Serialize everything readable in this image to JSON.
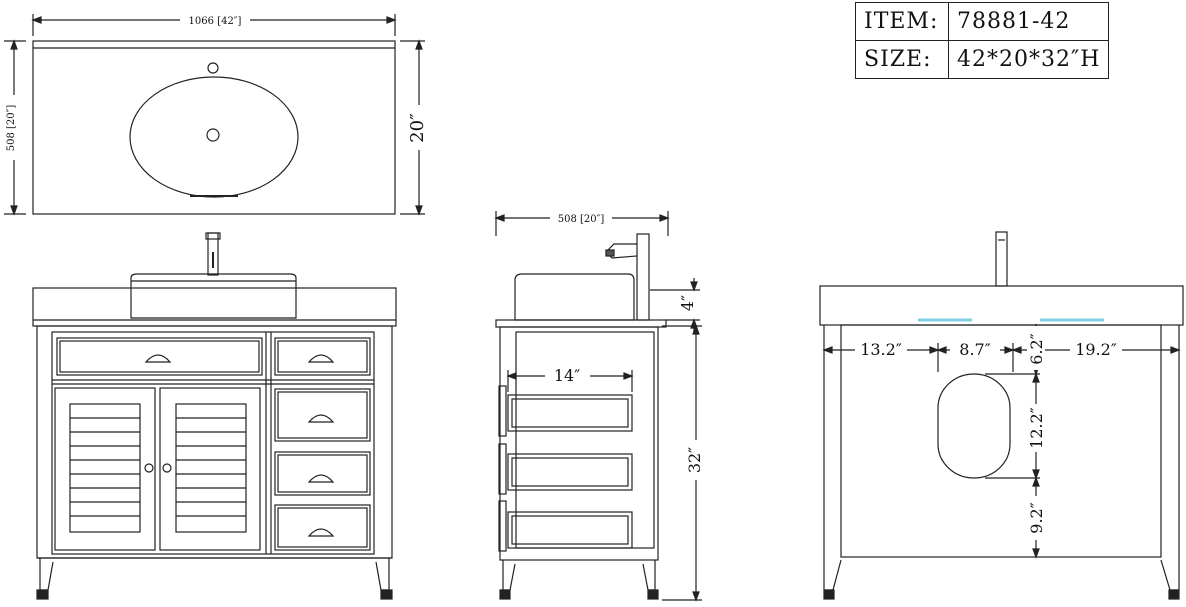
{
  "spec": {
    "item_label": "ITEM:",
    "item_value": "78881-42",
    "size_label": "SIZE:",
    "size_value": "42*20*32″H"
  },
  "top_view": {
    "width_dim": "1066 [42″]",
    "depth_dim": "508 [20″]",
    "depth_dim_in": "20″"
  },
  "side_view": {
    "depth_dim": "508 [20″]",
    "top_thickness": "4″",
    "interior_depth": "14″",
    "height": "32″"
  },
  "back_view": {
    "left_offset": "13.2″",
    "opening_width": "8.7″",
    "right_offset": "19.2″",
    "top_offset": "6.2″",
    "opening_height": "12.2″",
    "bottom_offset": "9.2″"
  }
}
